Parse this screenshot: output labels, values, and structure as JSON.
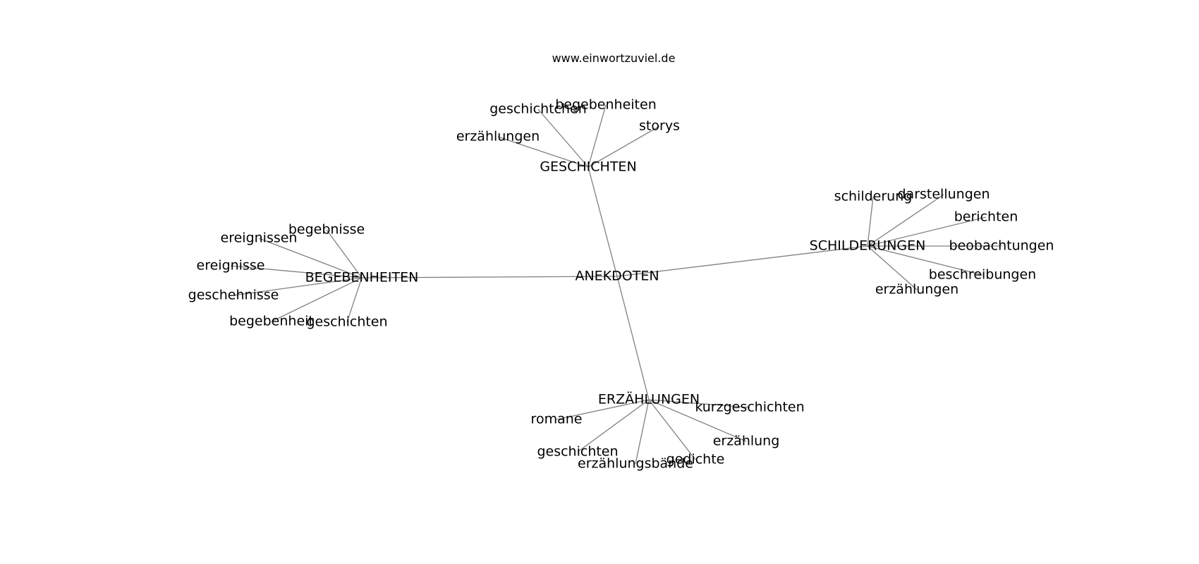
{
  "site": "www.einwortzuviel.de",
  "graph": {
    "center": "ANEKDOTEN",
    "clusters": [
      {
        "hub": "GESCHICHTEN",
        "leaves": [
          "geschichtchen",
          "begebenheiten",
          "storys",
          "erzählungen"
        ]
      },
      {
        "hub": "SCHILDERUNGEN",
        "leaves": [
          "schilderung",
          "darstellungen",
          "berichten",
          "beobachtungen",
          "beschreibungen",
          "erzählungen"
        ]
      },
      {
        "hub": "BEGEBENHEITEN",
        "leaves": [
          "begebnisse",
          "ereignissen",
          "ereignisse",
          "geschehnisse",
          "begebenheit",
          "geschichten"
        ]
      },
      {
        "hub": "ERZÄHLUNGEN",
        "leaves": [
          "kurzgeschichten",
          "romane",
          "erzählung",
          "geschichten",
          "gedichte",
          "erzählungsbände"
        ]
      }
    ]
  }
}
